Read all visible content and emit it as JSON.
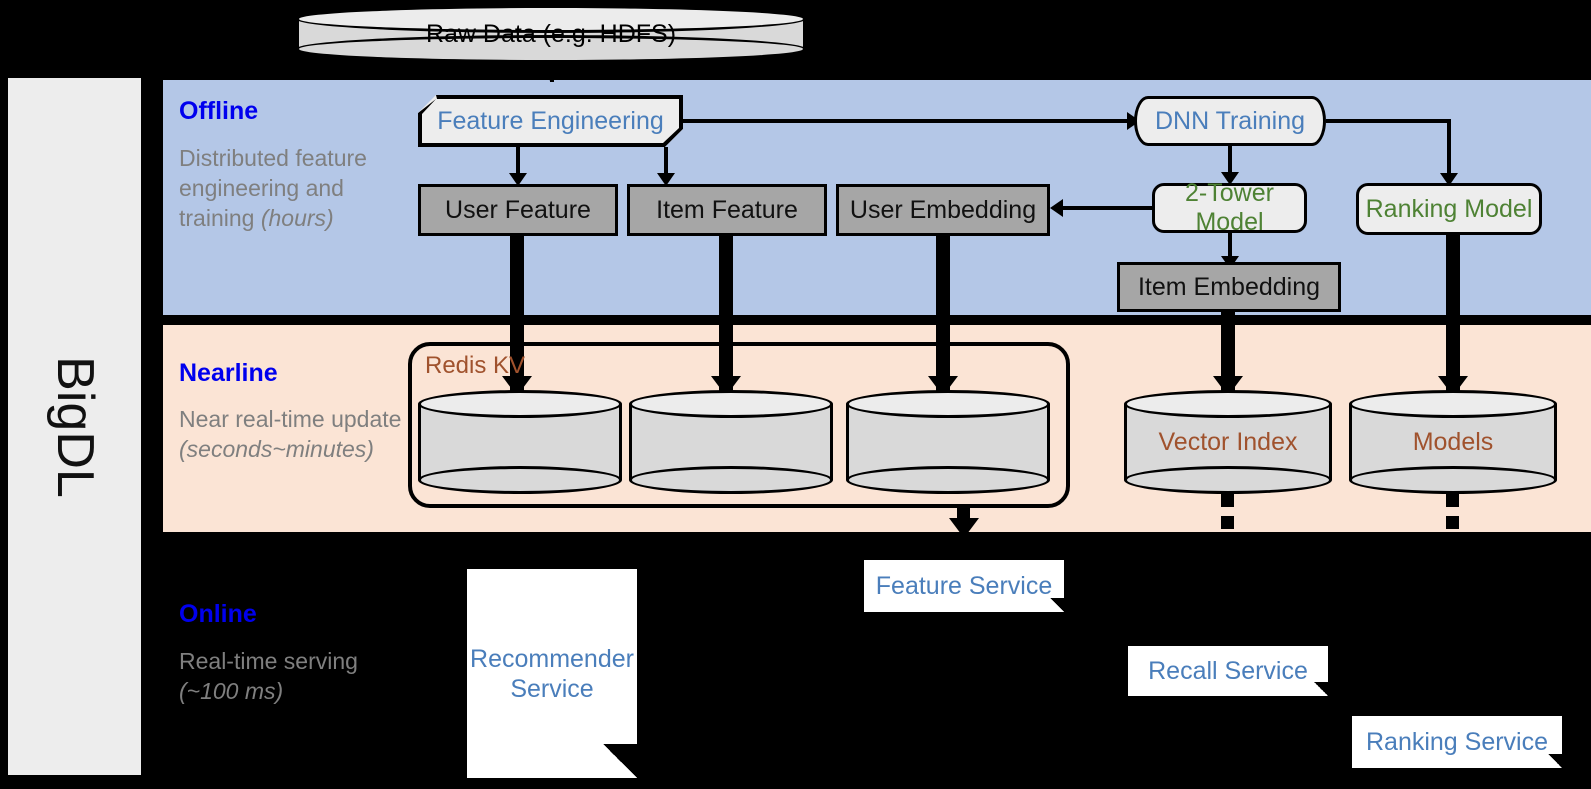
{
  "sidebar": {
    "label": "BigDL"
  },
  "bands": {
    "offline": {
      "title": "Offline",
      "desc_plain": "Distributed feature engineering and training ",
      "desc_em": "(hours)"
    },
    "nearline": {
      "title": "Nearline",
      "desc_plain": "Near real-time update ",
      "desc_em": "(seconds~minutes)"
    },
    "online": {
      "title": "Online",
      "desc_plain": "Real-time serving ",
      "desc_em": "(~100 ms)"
    }
  },
  "nodes": {
    "raw_data": "Raw Data (e.g. HDFS)",
    "feature_engineering": "Feature Engineering",
    "dnn_training": "DNN Training",
    "user_feature": "User Feature",
    "item_feature": "Item Feature",
    "user_embedding": "User Embedding",
    "two_tower_model": "2-Tower Model",
    "ranking_model": "Ranking Model",
    "item_embedding": "Item Embedding",
    "redis_kv": "Redis KV",
    "vector_index": "Vector Index",
    "models": "Models",
    "recommender_service": "Recommender Service",
    "feature_service": "Feature Service",
    "recall_service": "Recall Service",
    "ranking_service": "Ranking Service"
  },
  "colors": {
    "offline_band": "#b4c7e7",
    "nearline_band": "#fbe4d5",
    "online_band": "#000000",
    "band_title": "#0000ee",
    "band_desc": "#7f7f7f",
    "process_text": "#4a7ebb",
    "model_text": "#4e8234",
    "store_text": "#a0522d",
    "gray_box": "#a6a6a6",
    "cylinder": "#d9d9d9",
    "sidebar": "#ededed"
  }
}
